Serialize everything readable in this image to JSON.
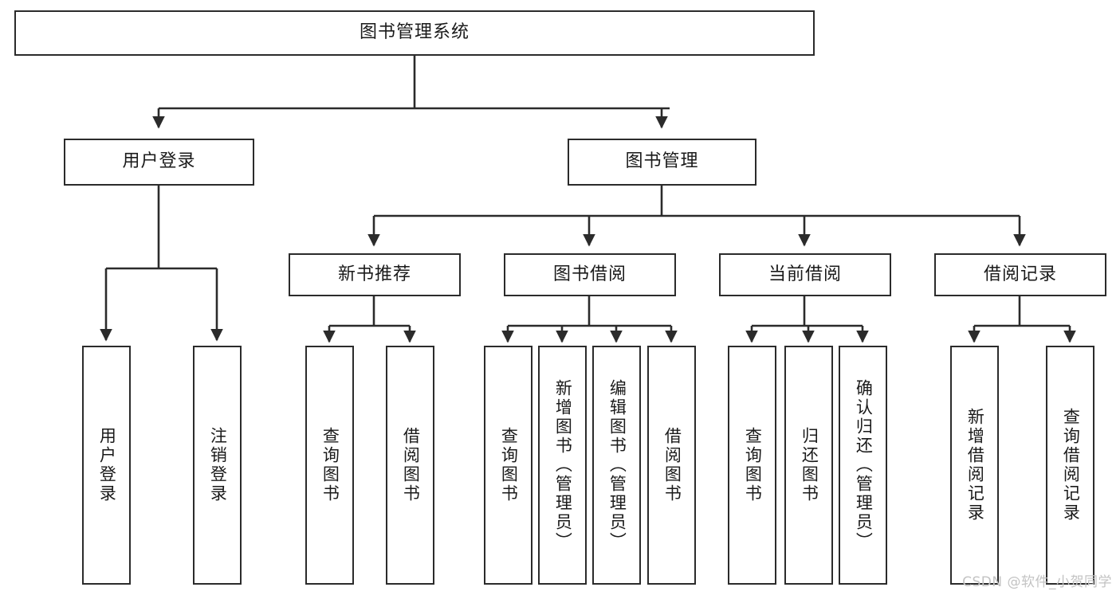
{
  "diagram": {
    "title": "图书管理系统",
    "type": "hierarchy-tree",
    "watermark": "CSDN @软件_小贺同学",
    "colors": {
      "background": "#ffffff",
      "box_border": "#2b2b2b",
      "box_fill": "#ffffff",
      "text": "#1a1a1a",
      "edge": "#2b2b2b",
      "watermark": "#c3c3c3"
    },
    "levels": {
      "root": {
        "label": "图书管理系统"
      },
      "level2": [
        {
          "id": "user-login",
          "label": "用户登录"
        },
        {
          "id": "book-manage",
          "label": "图书管理"
        }
      ],
      "level3": [
        {
          "id": "new-book-recommend",
          "label": "新书推荐",
          "parent": "book-manage"
        },
        {
          "id": "book-borrow",
          "label": "图书借阅",
          "parent": "book-manage"
        },
        {
          "id": "current-borrow",
          "label": "当前借阅",
          "parent": "book-manage"
        },
        {
          "id": "borrow-record",
          "label": "借阅记录",
          "parent": "book-manage"
        }
      ],
      "leaves": {
        "user-login": [
          {
            "id": "leaf-user-login",
            "label": "用户登录"
          },
          {
            "id": "leaf-user-logout",
            "label": "注销登录"
          }
        ],
        "new-book-recommend": [
          {
            "id": "leaf-query-book-1",
            "label": "查询图书"
          },
          {
            "id": "leaf-borrow-book-1",
            "label": "借阅图书"
          }
        ],
        "book-borrow": [
          {
            "id": "leaf-query-book-2",
            "label": "查询图书"
          },
          {
            "id": "leaf-add-book",
            "label": "新增图书（管理员）"
          },
          {
            "id": "leaf-edit-book",
            "label": "编辑图书（管理员）"
          },
          {
            "id": "leaf-borrow-book-2",
            "label": "借阅图书"
          }
        ],
        "current-borrow": [
          {
            "id": "leaf-query-book-3",
            "label": "查询图书"
          },
          {
            "id": "leaf-return-book",
            "label": "归还图书"
          },
          {
            "id": "leaf-confirm-return",
            "label": "确认归还（管理员）"
          }
        ],
        "borrow-record": [
          {
            "id": "leaf-add-record",
            "label": "新增借阅记录"
          },
          {
            "id": "leaf-query-record",
            "label": "查询借阅记录"
          }
        ]
      }
    }
  }
}
